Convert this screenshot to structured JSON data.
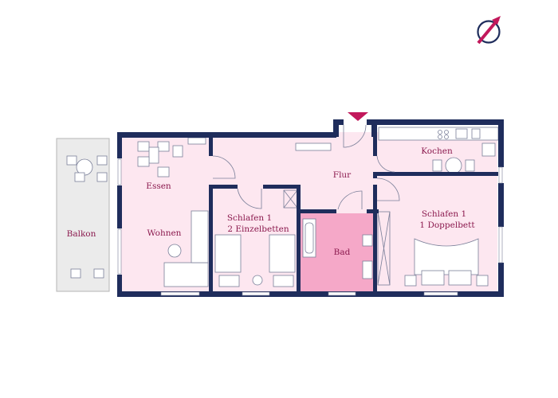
{
  "colors": {
    "wall": "#1f2d5c",
    "floor_light": "#fde7f0",
    "floor_bath": "#f5a8c8",
    "balcony": "#ebebeb",
    "label_text": "#8b1a4e",
    "accent": "#c2185b"
  },
  "icons": {
    "compass": "compass-north-arrow-icon",
    "entrance": "entrance-triangle-icon"
  },
  "rooms": {
    "balkon": "Balkon",
    "essen": "Essen",
    "wohnen": "Wohnen",
    "flur": "Flur",
    "kochen": "Kochen",
    "schlafen_a_line1": "Schlafen 1",
    "schlafen_a_line2": "2 Einzelbetten",
    "bad": "Bad",
    "schlafen_b_line1": "Schlafen 1",
    "schlafen_b_line2": "1 Doppelbett"
  }
}
